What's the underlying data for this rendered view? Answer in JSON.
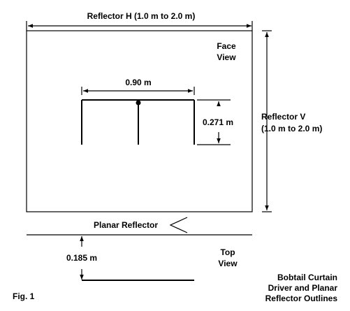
{
  "labels": {
    "reflector_h": "Reflector H (1.0 m to 2.0 m)",
    "face_view_line1": "Face",
    "face_view_line2": "View",
    "width_dim": "0.90 m",
    "height_dim": "0.271 m",
    "reflector_v_line1": "Reflector V",
    "reflector_v_line2": "(1.0 m to 2.0 m)",
    "planar_reflector": "Planar Reflector",
    "spacing_dim": "0.185 m",
    "top_view_line1": "Top",
    "top_view_line2": "View",
    "fig_label": "Fig. 1",
    "caption_line1": "Bobtail Curtain",
    "caption_line2": "Driver and Planar",
    "caption_line3": "Reflector Outlines"
  },
  "colors": {
    "line": "#000000",
    "background": "#ffffff"
  }
}
